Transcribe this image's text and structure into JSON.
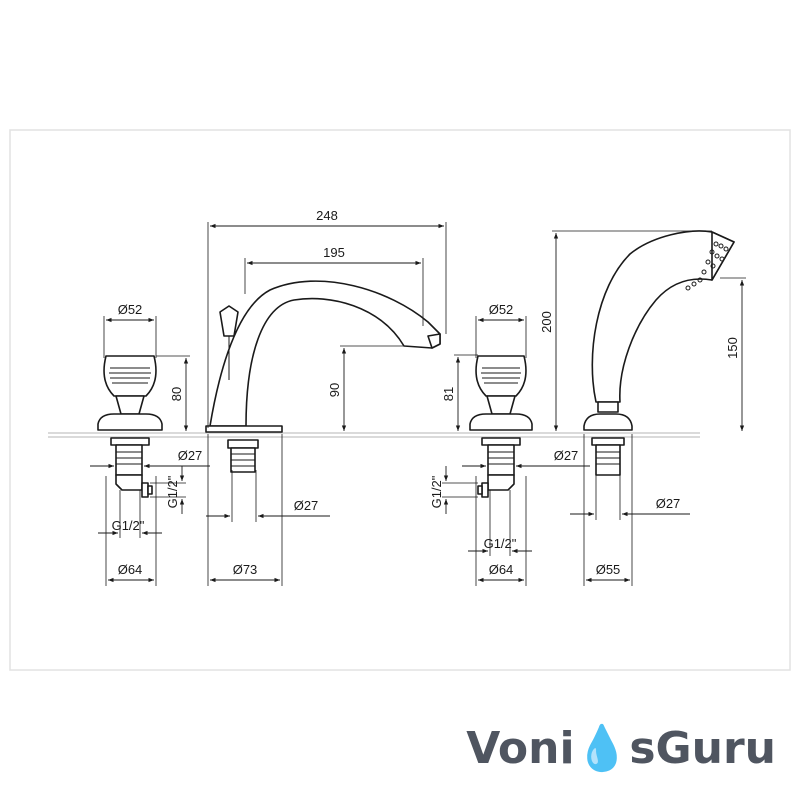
{
  "dimensions": {
    "d248": "248",
    "d195": "195",
    "d52_left": "Ø52",
    "d52_right": "Ø52",
    "d80": "80",
    "d90": "90",
    "d81": "81",
    "d200": "200",
    "d150": "150",
    "d27_left_valve": "Ø27",
    "d27_spout": "Ø27",
    "d27_right_valve": "Ø27",
    "d27_shower": "Ø27",
    "g12_left_vertical": "G1/2\"",
    "g12_left_horizontal": "G1/2\"",
    "g12_right_vertical": "G1/2\"",
    "g12_right_horizontal": "G1/2\"",
    "d64_left": "Ø64",
    "d73": "Ø73",
    "d64_right": "Ø64",
    "d55": "Ø55"
  },
  "logo": {
    "part1": "Voni",
    "drop": "💧",
    "part2": "sGuru"
  },
  "colors": {
    "line": "#1a1a1a",
    "deck": "#c4c4c4",
    "logo_text": "#4f5560",
    "logo_drop": "#1f9fd6"
  }
}
